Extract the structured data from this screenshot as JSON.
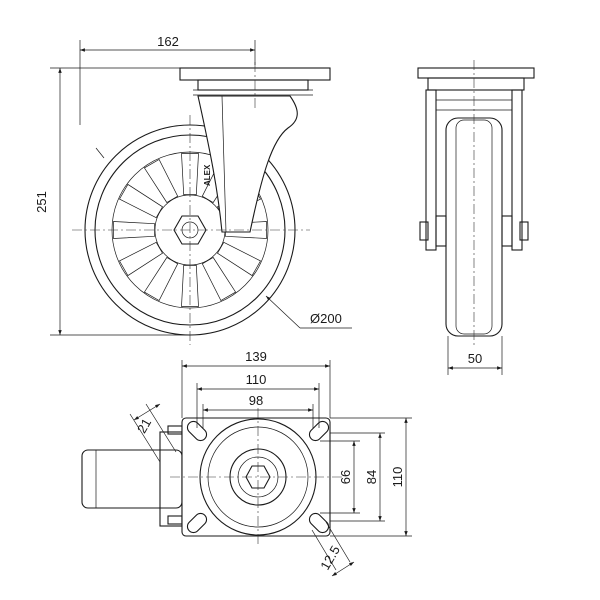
{
  "drawing": {
    "front_view": {
      "width_label": "162",
      "height_label": "251",
      "wheel_diameter_label": "Ø200",
      "brand_mark": "ALEX"
    },
    "side_view": {
      "tread_width_label": "50"
    },
    "plate_view": {
      "plate_width_label": "139",
      "hole_spacing_x_label": "110",
      "inner_spacing_x_label": "98",
      "offset_label": "21",
      "hole_spacing_y_label": "66",
      "inner_spacing_y_label": "84",
      "plate_height_label": "110",
      "slot_label": "12.5"
    }
  }
}
